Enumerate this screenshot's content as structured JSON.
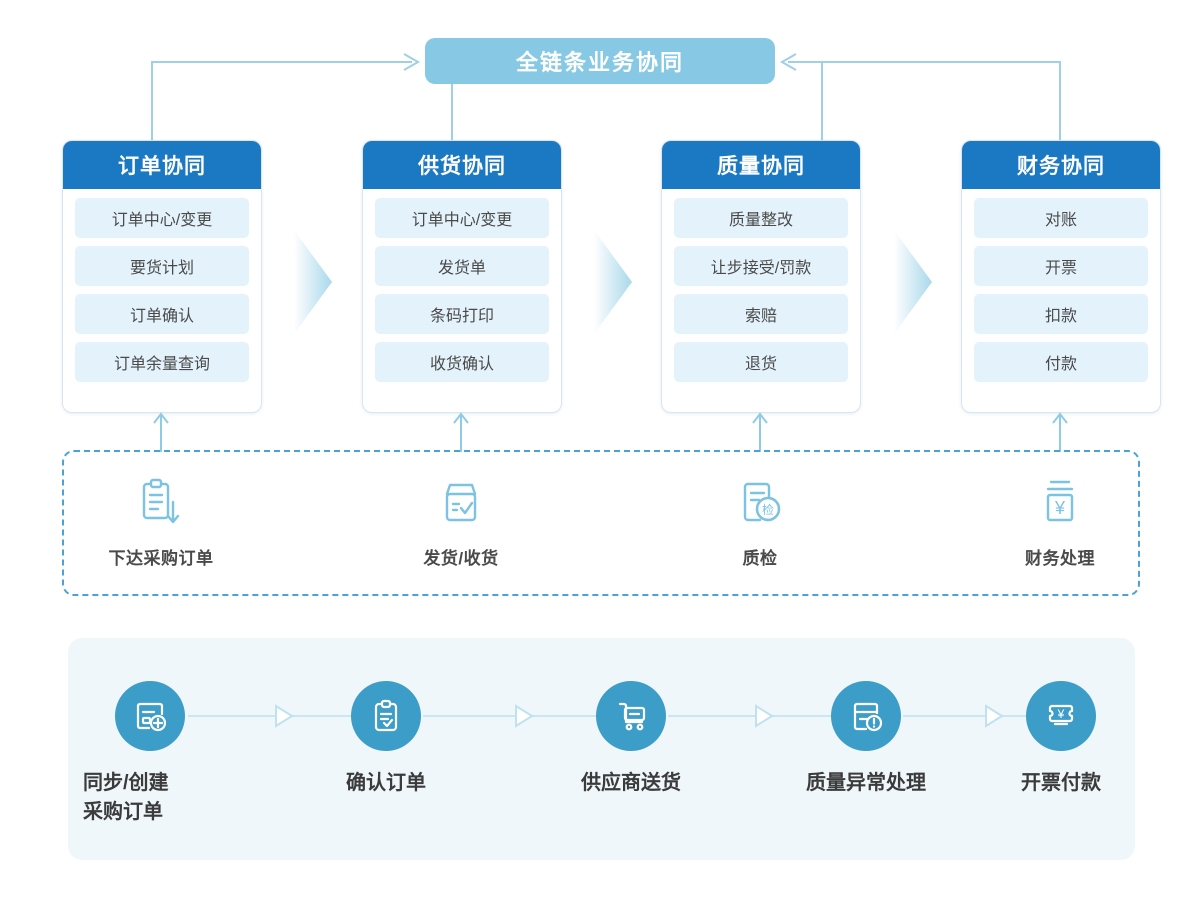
{
  "banner": {
    "title": "全链条业务协同"
  },
  "colors": {
    "banner_bg": "#87c9e4",
    "card_header_bg": "#1b79c3",
    "card_item_bg": "#e4f3fb",
    "dashed_border": "#4aa3d8",
    "panel_bg": "#eff7fb",
    "node_circle": "#3d9dc9",
    "connector_line": "#9fd0e6"
  },
  "columns": [
    {
      "title": "订单协同",
      "items": [
        "订单中心/变更",
        "要货计划",
        "订单确认",
        "订单余量查询"
      ]
    },
    {
      "title": "供货协同",
      "items": [
        "订单中心/变更",
        "发货单",
        "条码打印",
        "收货确认"
      ]
    },
    {
      "title": "质量协同",
      "items": [
        "质量整改",
        "让步接受/罚款",
        "索赔",
        "退货"
      ]
    },
    {
      "title": "财务协同",
      "items": [
        "对账",
        "开票",
        "扣款",
        "付款"
      ]
    }
  ],
  "process_steps": [
    {
      "label": "下达采购订单",
      "icon": "clipboard-download-icon"
    },
    {
      "label": "发货/收货",
      "icon": "box-check-icon"
    },
    {
      "label": "质检",
      "icon": "document-inspect-icon"
    },
    {
      "label": "财务处理",
      "icon": "invoice-yuan-icon"
    }
  ],
  "flow_nodes": [
    {
      "label_line1": "同步/创建",
      "label_line2": "采购订单",
      "icon": "document-plus-icon"
    },
    {
      "label_line1": "确认订单",
      "label_line2": "",
      "icon": "clipboard-check-icon"
    },
    {
      "label_line1": "供应商送货",
      "label_line2": "",
      "icon": "delivery-cart-icon"
    },
    {
      "label_line1": "质量异常处理",
      "label_line2": "",
      "icon": "document-alert-icon"
    },
    {
      "label_line1": "开票付款",
      "label_line2": "",
      "icon": "receipt-yuan-icon"
    }
  ]
}
